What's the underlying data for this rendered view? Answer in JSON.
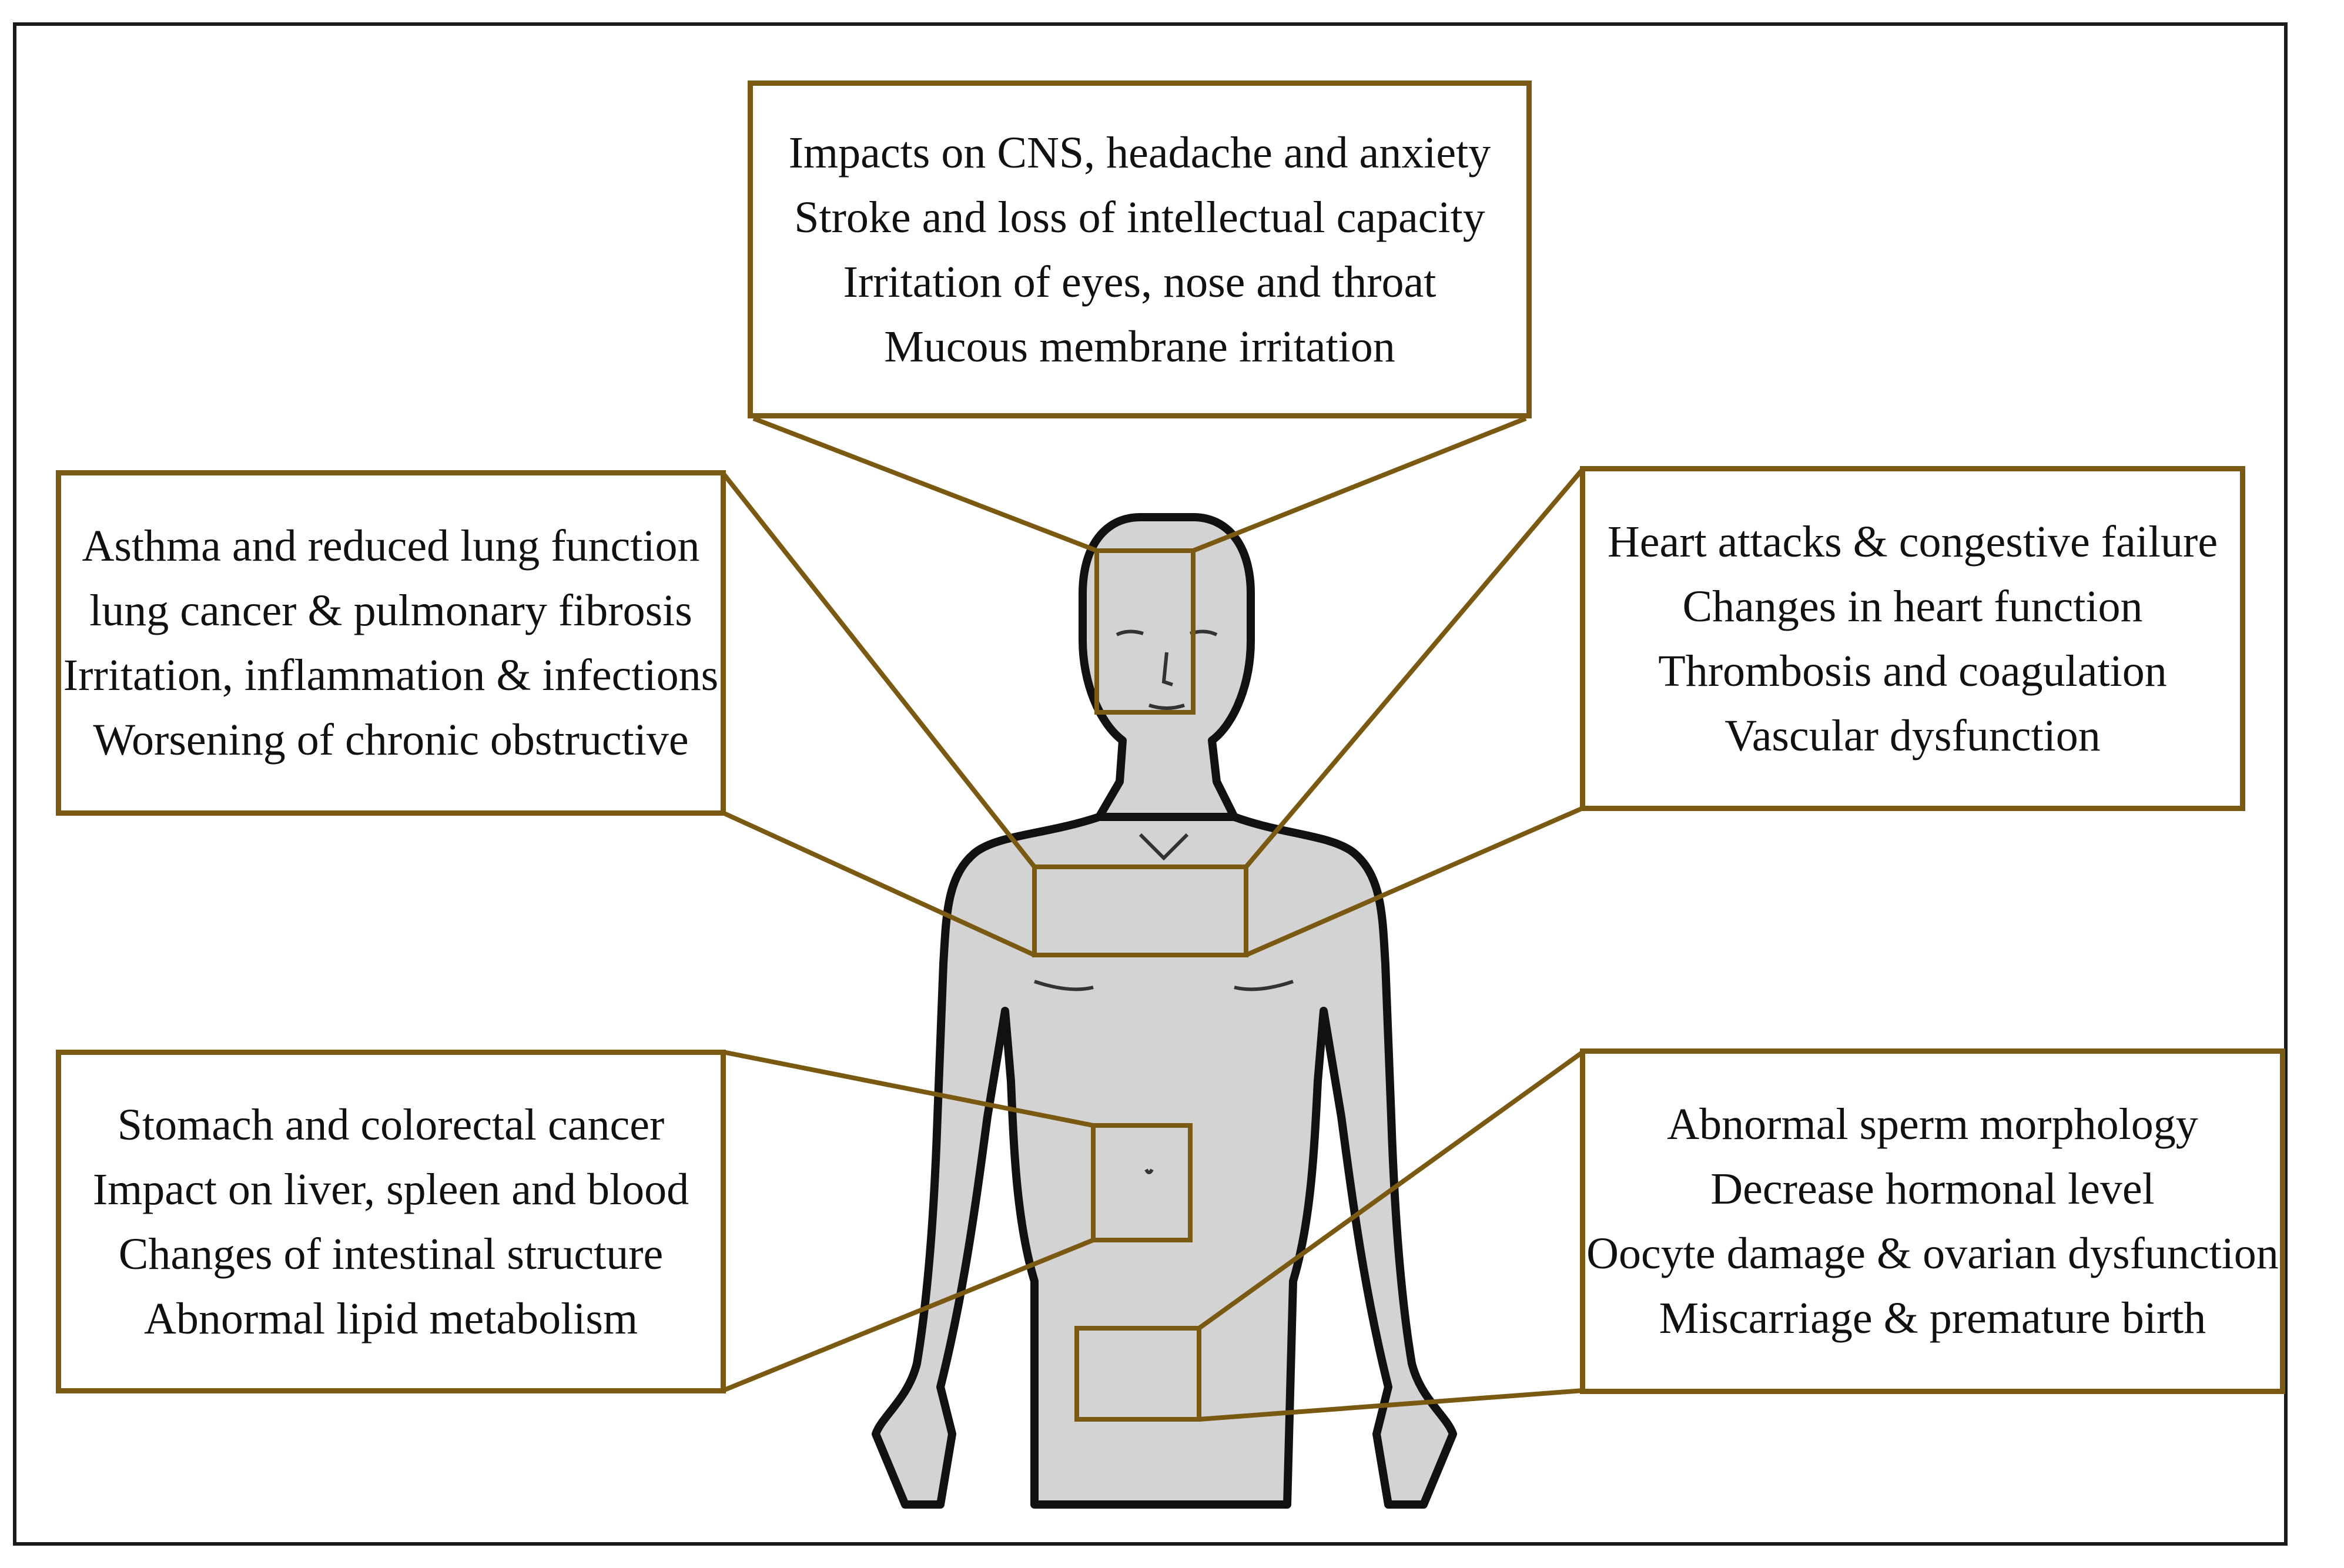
{
  "colors": {
    "border": "#7a5a12",
    "body_fill": "#d3d3d3",
    "body_outline": "#111111",
    "text": "#111111"
  },
  "boxes": {
    "head": {
      "lines": [
        "Impacts on CNS, headache and anxiety",
        "Stroke and loss of intellectual capacity",
        "Irritation of eyes, nose and throat",
        "Mucous membrane  irritation"
      ]
    },
    "lungs": {
      "lines": [
        "Asthma and reduced lung  function",
        "lung cancer & pulmonary fibrosis",
        "Irritation, inflammation  & infections",
        "Worsening  of chronic obstructive"
      ]
    },
    "heart": {
      "lines": [
        "Heart attacks & congestive failure",
        "Changes  in heart function",
        "Thrombosis and coagulation",
        "Vascular dysfunction"
      ]
    },
    "gut": {
      "lines": [
        "Stomach and colorectal cancer",
        "Impact on liver, spleen and blood",
        "Changes of intestinal structure",
        "Abnormal lipid metabolism"
      ]
    },
    "repro": {
      "lines": [
        "Abnormal sperm morphology",
        "Decrease hormonal  level",
        "Oocyte damage & ovarian dysfunction",
        "Miscarriage & premature birth"
      ]
    }
  }
}
